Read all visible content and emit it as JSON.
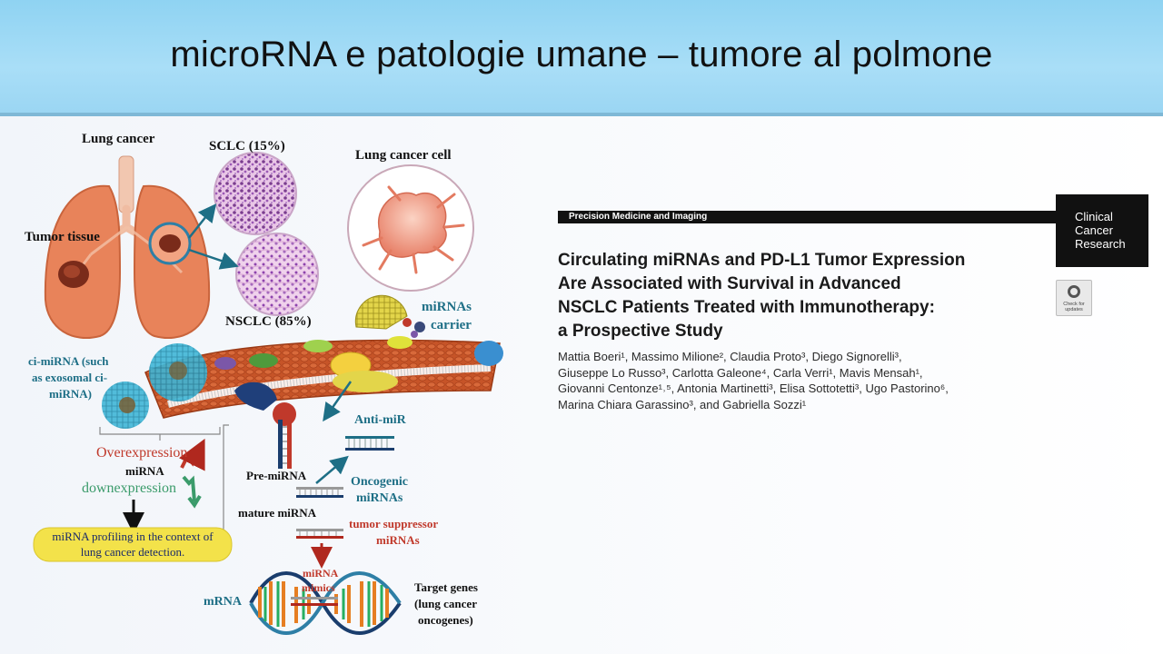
{
  "slide": {
    "title": "microRNA e patologie umane – tumore al polmone"
  },
  "diagram": {
    "labels": {
      "lung_cancer": "Lung cancer",
      "sclc": "SCLC (15%)",
      "nsclc": "NSCLC (85%)",
      "tumor_tissue": "Tumor tissue",
      "lung_cancer_cell": "Lung cancer cell",
      "mirnas_carrier_1": "miRNAs",
      "mirnas_carrier_2": "carrier",
      "ci_mirna_1": "ci-miRNA (such",
      "ci_mirna_2": "as exosomal ci-",
      "ci_mirna_3": "miRNA)",
      "overexpression": "Overexpression",
      "mirna": "miRNA",
      "downexpression": "downexpression",
      "anti_mir": "Anti-miR",
      "pre_mirna": "Pre-miRNA",
      "oncogenic_1": "Oncogenic",
      "oncogenic_2": "miRNAs",
      "mature_mirna": "mature miRNA",
      "tumor_suppressor_1": "tumor suppressor",
      "tumor_suppressor_2": "miRNAs",
      "profiling_1": "miRNA profiling in the context of",
      "profiling_2": "lung cancer detection.",
      "mimics_1": "miRNA",
      "mimics_2": "mimics",
      "mrna": "mRNA",
      "target_1": "Target genes",
      "target_2": "(lung cancer",
      "target_3": "oncogenes)"
    },
    "colors": {
      "lung": "#e8835a",
      "membrane": "#c8552c",
      "teal_text": "#1e6f86",
      "red_text": "#c0392b",
      "green_text": "#3b9b6b",
      "navy_text": "#1a3d6d",
      "yellow_callout": "#f3e24a"
    }
  },
  "paper": {
    "section": "Precision Medicine and Imaging",
    "journal": [
      "Clinical",
      "Cancer",
      "Research"
    ],
    "title_lines": [
      "Circulating miRNAs and PD-L1 Tumor Expression",
      "Are Associated with Survival in Advanced",
      "NSCLC Patients Treated with Immunotherapy:",
      "a Prospective Study"
    ],
    "author_lines": [
      "Mattia Boeri¹, Massimo Milione², Claudia Proto³, Diego Signorelli³,",
      "Giuseppe Lo Russo³, Carlotta Galeone⁴, Carla Verri¹, Mavis Mensah¹,",
      "Giovanni Centonze¹˒⁵, Antonia Martinetti³, Elisa Sottotetti³, Ugo Pastorino⁶,",
      "Marina Chiara Garassino³, and Gabriella Sozzi¹"
    ],
    "check_updates": "Check for updates"
  }
}
